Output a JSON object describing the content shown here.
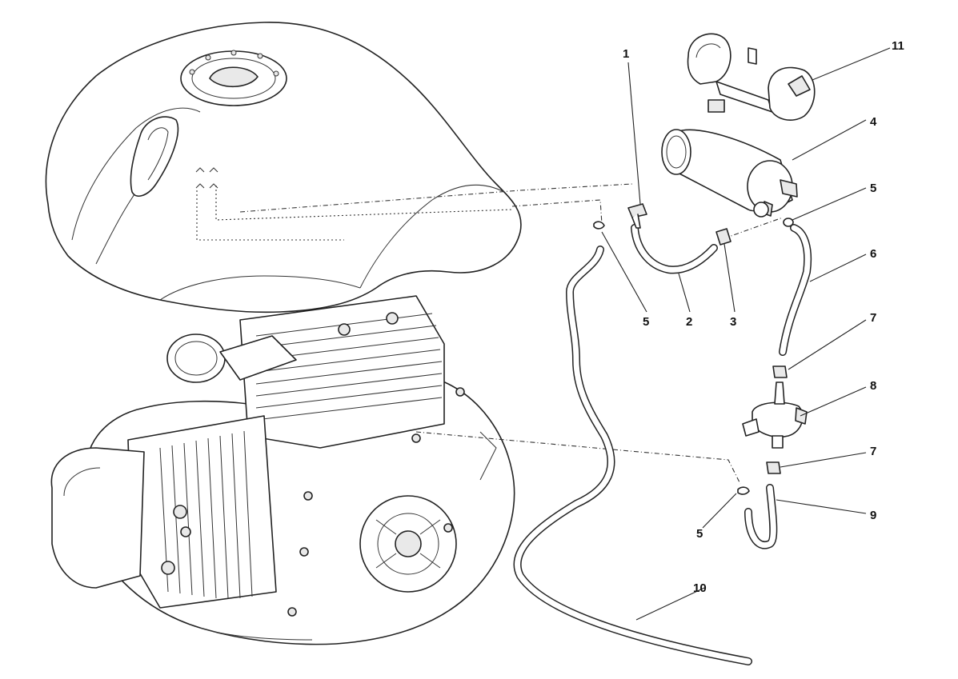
{
  "callouts": [
    {
      "id": "c1",
      "text": "1"
    },
    {
      "id": "c11",
      "text": "11"
    },
    {
      "id": "c4",
      "text": "4"
    },
    {
      "id": "c5a",
      "text": "5"
    },
    {
      "id": "c6",
      "text": "6"
    },
    {
      "id": "c5b",
      "text": "5"
    },
    {
      "id": "c2",
      "text": "2"
    },
    {
      "id": "c3",
      "text": "3"
    },
    {
      "id": "c7a",
      "text": "7"
    },
    {
      "id": "c8",
      "text": "8"
    },
    {
      "id": "c7b",
      "text": "7"
    },
    {
      "id": "c5c",
      "text": "5"
    },
    {
      "id": "c9",
      "text": "9"
    },
    {
      "id": "c10",
      "text": "10"
    }
  ],
  "parts": {
    "fuel_tank": "fuel-tank",
    "engine": "engine",
    "canister": "evap-canister",
    "bracket": "canister-bracket",
    "valve": "vent-valve",
    "long_hose": "breather-hose-long"
  }
}
